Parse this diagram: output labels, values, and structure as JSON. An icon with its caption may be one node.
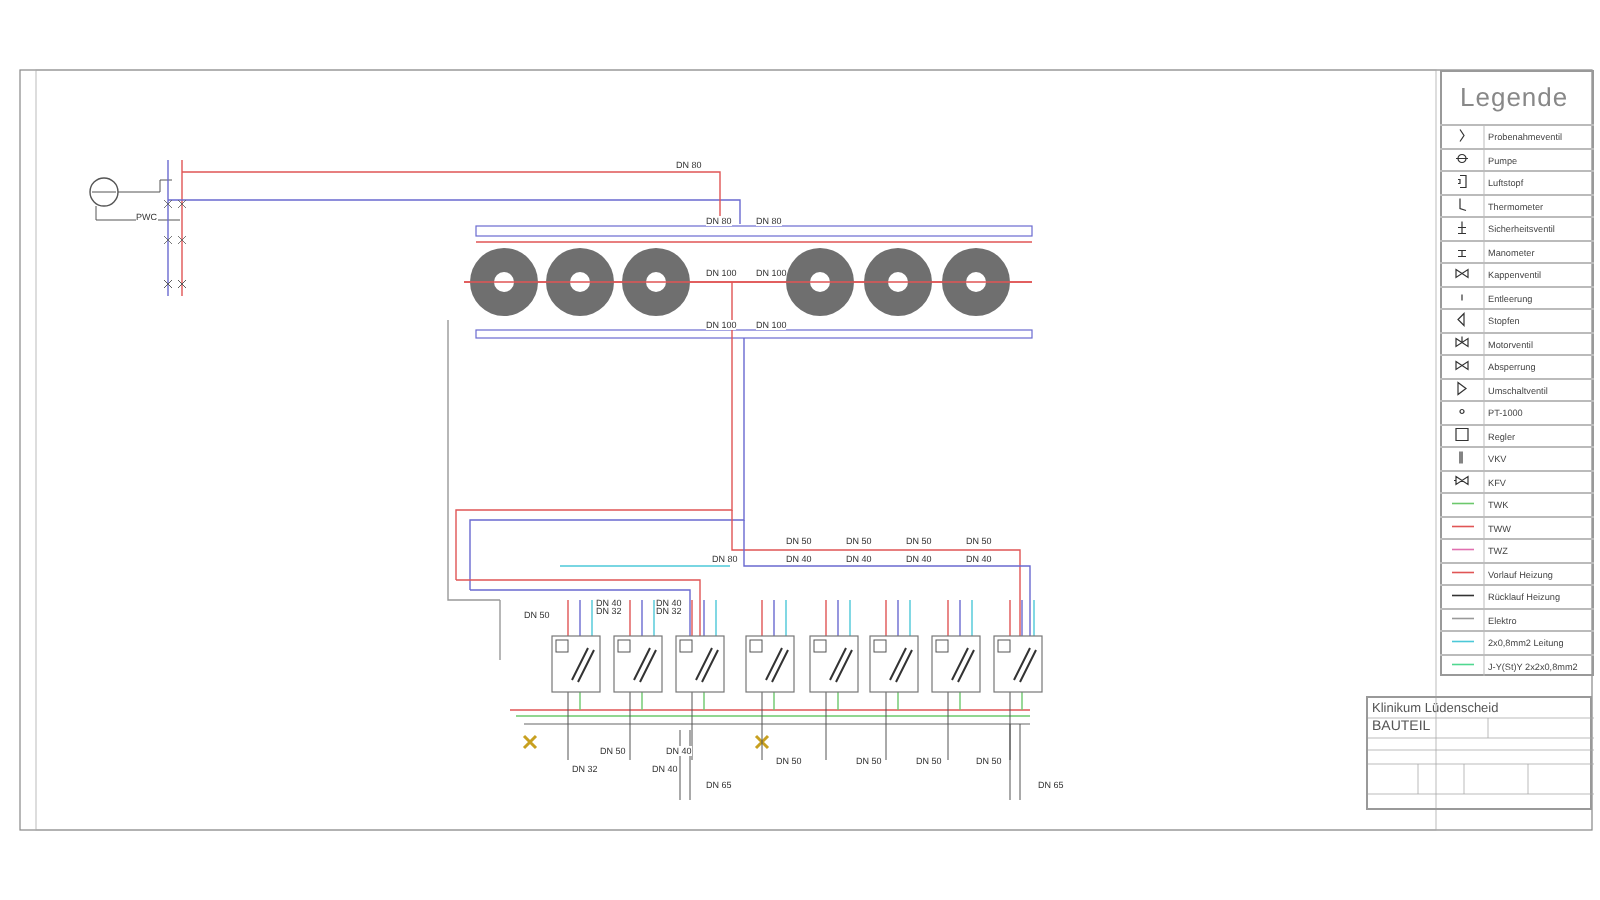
{
  "diagram": {
    "nodes": [
      {
        "text": [
          "Klinikum Lüdenscheid",
          "BAUTEIL"
        ]
      }
    ],
    "labels": [
      "PWC",
      "DN 80",
      "DN 80",
      "DN 80",
      "DN 100",
      "DN 100",
      "DN 100",
      "DN 100",
      "DN 80",
      "DN 50",
      "DN 40",
      "DN 32",
      "DN 40",
      "DN 32",
      "DN 50",
      "DN 40",
      "DN 50",
      "DN 40",
      "DN 50",
      "DN 40",
      "DN 50",
      "DN 40",
      "DN 50",
      "DN 40",
      "DN 32",
      "DN 40",
      "DN 50",
      "DN 50",
      "DN 50",
      "DN 50",
      "DN 65",
      "DN 65",
      "Legende"
    ],
    "legend": [
      {
        "text": "Probenahmeventil"
      },
      {
        "text": "Pumpe"
      },
      {
        "text": "Luftstopf"
      },
      {
        "text": "Thermometer"
      },
      {
        "text": "Sicherheitsventil"
      },
      {
        "text": "Manometer"
      },
      {
        "text": "Kappenventil"
      },
      {
        "text": "Entleerung"
      },
      {
        "text": "Stopfen"
      },
      {
        "text": "Motorventil"
      },
      {
        "text": "Absperrung"
      },
      {
        "text": "Umschaltventil"
      },
      {
        "text": "PT-1000"
      },
      {
        "text": "Regler"
      },
      {
        "text": "VKV"
      },
      {
        "text": "KFV"
      },
      {
        "text": "TWK"
      },
      {
        "text": "TWW"
      },
      {
        "text": "TWZ"
      },
      {
        "text": "Vorlauf Heizung"
      },
      {
        "text": "Rücklauf Heizung"
      },
      {
        "text": "Elektro"
      },
      {
        "text": "2x0,8mm2 Leitung"
      },
      {
        "text": "J-Y(St)Y 2x2x0,8mm2"
      }
    ]
  }
}
